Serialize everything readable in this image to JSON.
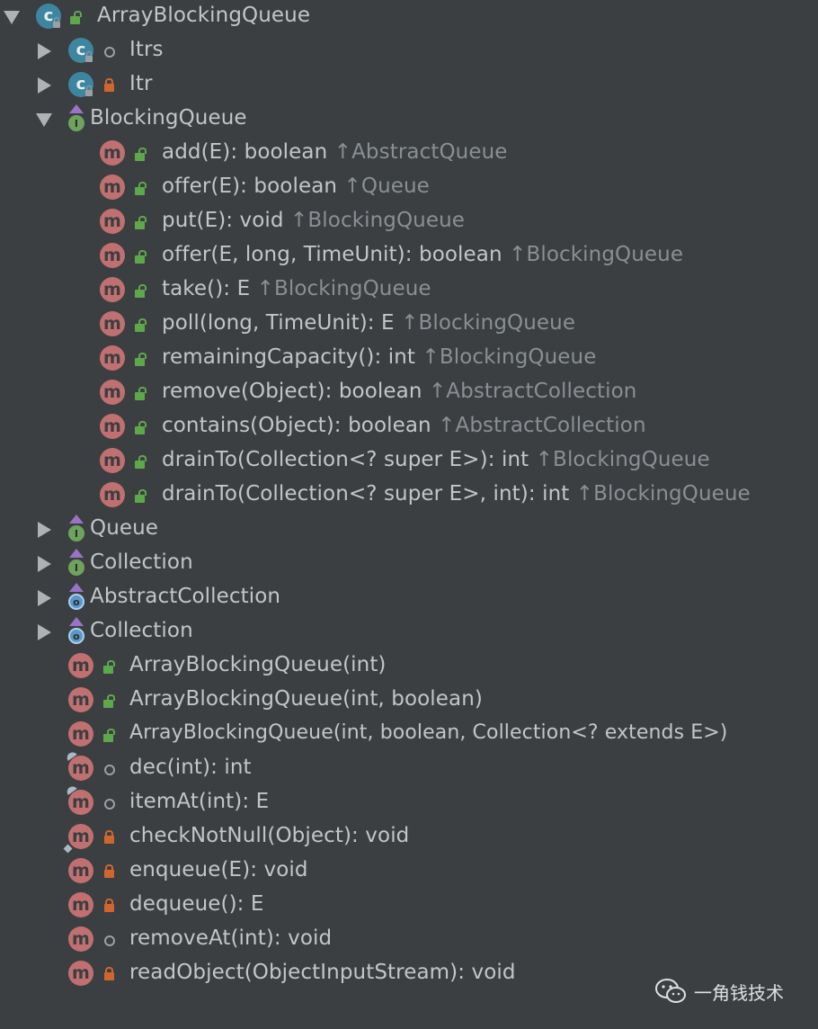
{
  "tree": {
    "root": {
      "label": "ArrayBlockingQueue"
    },
    "inner_classes": [
      {
        "label": "Itrs",
        "visibility": "package"
      },
      {
        "label": "Itr",
        "visibility": "private"
      }
    ],
    "blocking_queue": {
      "label": "BlockingQueue",
      "methods": [
        {
          "sig": "add(E): boolean",
          "inherited": "↑AbstractQueue"
        },
        {
          "sig": "offer(E): boolean",
          "inherited": "↑Queue"
        },
        {
          "sig": "put(E): void",
          "inherited": "↑BlockingQueue"
        },
        {
          "sig": "offer(E, long, TimeUnit): boolean",
          "inherited": "↑BlockingQueue"
        },
        {
          "sig": "take(): E",
          "inherited": "↑BlockingQueue"
        },
        {
          "sig": "poll(long, TimeUnit): E",
          "inherited": "↑BlockingQueue"
        },
        {
          "sig": "remainingCapacity(): int",
          "inherited": "↑BlockingQueue"
        },
        {
          "sig": "remove(Object): boolean",
          "inherited": "↑AbstractCollection"
        },
        {
          "sig": "contains(Object): boolean",
          "inherited": "↑AbstractCollection"
        },
        {
          "sig": "drainTo(Collection<? super E>): int",
          "inherited": "↑BlockingQueue"
        },
        {
          "sig": "drainTo(Collection<? super E>, int): int",
          "inherited": "↑BlockingQueue"
        }
      ]
    },
    "collapsed_groups": [
      {
        "label": "Queue",
        "kind": "interface"
      },
      {
        "label": "Collection",
        "kind": "interface"
      },
      {
        "label": "AbstractCollection",
        "kind": "abstract"
      },
      {
        "label": "Collection",
        "kind": "abstract"
      }
    ],
    "members": [
      {
        "sig": "ArrayBlockingQueue(int)",
        "visibility": "public"
      },
      {
        "sig": "ArrayBlockingQueue(int, boolean)",
        "visibility": "public"
      },
      {
        "sig": "ArrayBlockingQueue(int, boolean, Collection<? extends E>)",
        "visibility": "public"
      },
      {
        "sig": "dec(int): int",
        "visibility": "package"
      },
      {
        "sig": "itemAt(int): E",
        "visibility": "package"
      },
      {
        "sig": "checkNotNull(Object): void",
        "visibility": "private"
      },
      {
        "sig": "enqueue(E): void",
        "visibility": "private"
      },
      {
        "sig": "dequeue(): E",
        "visibility": "private"
      },
      {
        "sig": "removeAt(int): void",
        "visibility": "package"
      },
      {
        "sig": "readObject(ObjectInputStream): void",
        "visibility": "private"
      }
    ]
  },
  "icons": {
    "class_letter": "c",
    "method_letter": "m",
    "interface_letter": "I",
    "abstract_letter": "o"
  },
  "watermark": {
    "text": "一角钱技术"
  },
  "colors": {
    "background": "#3c3f41",
    "text": "#c3c6c8",
    "inherited": "#8a8f93",
    "class_badge": "#3e86a0",
    "method_badge": "#c07070",
    "public_lock": "#5ea84c",
    "private_lock": "#d0662e"
  }
}
